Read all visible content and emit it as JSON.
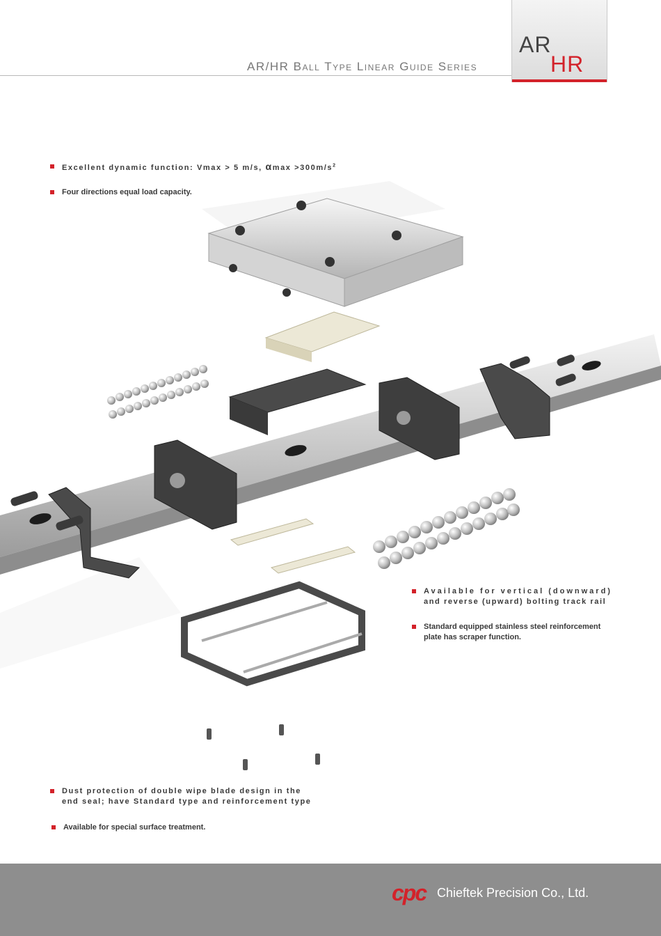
{
  "header": {
    "series_title": "AR/HR Ball Type Linear Guide Series",
    "badge_top": "AR",
    "badge_bottom": "HR"
  },
  "features": {
    "f1_text": "Excellent dynamic function: Vmax > 5 m/s, ",
    "f1_alpha": "α",
    "f1_tail": "max >300m/s",
    "f1_sup": "2",
    "f2": "Four directions equal load capacity.",
    "f3_line1": "Available for vertical (downward)",
    "f3_line2": "and reverse (upward) bolting track rail",
    "f4_line1": "Standard equipped stainless steel reinforcement",
    "f4_line2": "plate has scraper function.",
    "f5_line1": "Dust protection of double wipe blade design in the",
    "f5_line2": "end seal; have Standard type and reinforcement type",
    "f6": "Available for special surface treatment."
  },
  "footer": {
    "logo": "cpc",
    "company": "Chieftek Precision Co., Ltd."
  },
  "colors": {
    "accent": "#d3222a",
    "footer_bg": "#8e8e8e",
    "text": "#3a3a3a"
  }
}
